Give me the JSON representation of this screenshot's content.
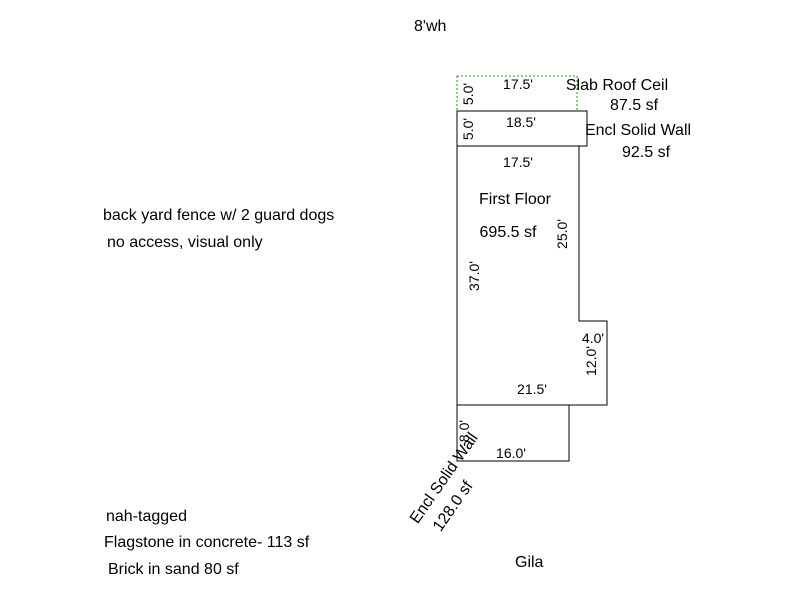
{
  "header": {
    "wall_height": "8'wh"
  },
  "notes": {
    "fence_line1": "back yard fence w/ 2 guard dogs",
    "fence_line2": "no access, visual only",
    "tag": "nah-tagged",
    "flagstone": "Flagstone in concrete- 113 sf",
    "brick": "Brick in sand 80 sf",
    "location": "Gila"
  },
  "areas": {
    "slab_roof": {
      "name": "Slab Roof Ceil",
      "area": "87.5 sf",
      "dims": [
        "17.5'",
        "5.0'"
      ]
    },
    "encl_wall_top": {
      "name": "Encl Solid Wall",
      "area": "92.5 sf",
      "dims": [
        "18.5'",
        "5.0'"
      ]
    },
    "first_floor": {
      "name": "First Floor",
      "area": "695.5 sf",
      "dims": [
        "17.5'",
        "25.0'",
        "37.0'",
        "4.0'",
        "12.0'",
        "21.5'"
      ]
    },
    "encl_wall_bottom": {
      "name": "Encl Solid Wall",
      "area": "128.0 sf",
      "dims": [
        "8.0'",
        "16.0'"
      ]
    }
  },
  "colors": {
    "line": "#000000",
    "dashed_outline": "#2e8b2e"
  }
}
